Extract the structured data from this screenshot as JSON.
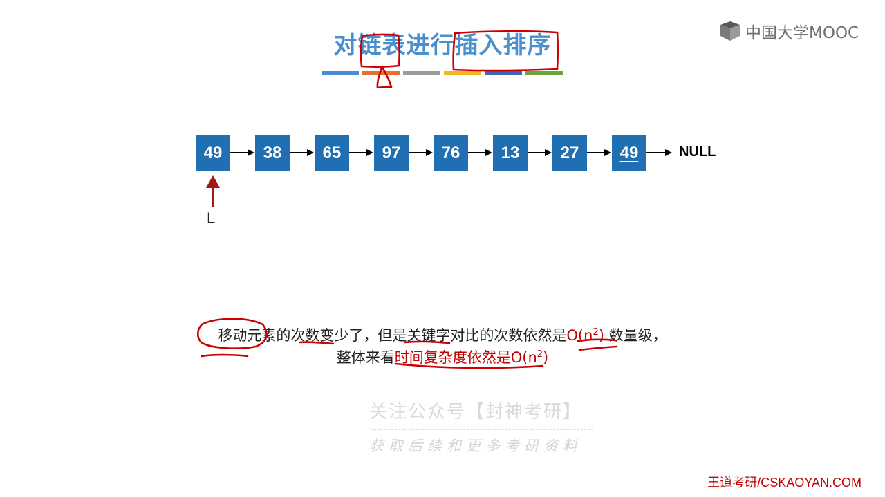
{
  "header": {
    "title": "对链表进行插入排序",
    "color_bars": [
      "#4a8ad0",
      "#e8722b",
      "#9b9b9b",
      "#f2b51c",
      "#3c67b3",
      "#6aa53c"
    ]
  },
  "logo": {
    "icon": "mooc-logo-icon",
    "text": "中国大学MOOC"
  },
  "linked_list": {
    "nodes": [
      "49",
      "38",
      "65",
      "97",
      "76",
      "13",
      "27",
      "49"
    ],
    "underlined_index": 7,
    "terminator": "NULL",
    "head_pointer_label": "L",
    "node_color": "#1f6fb2"
  },
  "description": {
    "line1_a": "移动元素的次数变少了，但是关键字对比的次数依然是",
    "line1_b": "O(n",
    "line1_exp": "2",
    "line1_c": ")",
    "line1_d": " 数量级，",
    "line2_a": "整体来看",
    "line2_b": "时间复杂度依然是O(n",
    "line2_exp": "2",
    "line2_c": ")"
  },
  "watermark": {
    "line1": "关注公众号【封神考研】",
    "line2": "获取后续和更多考研资料"
  },
  "footer": {
    "text": "王道考研/CSKAOYAN.COM",
    "color": "#c00000"
  }
}
